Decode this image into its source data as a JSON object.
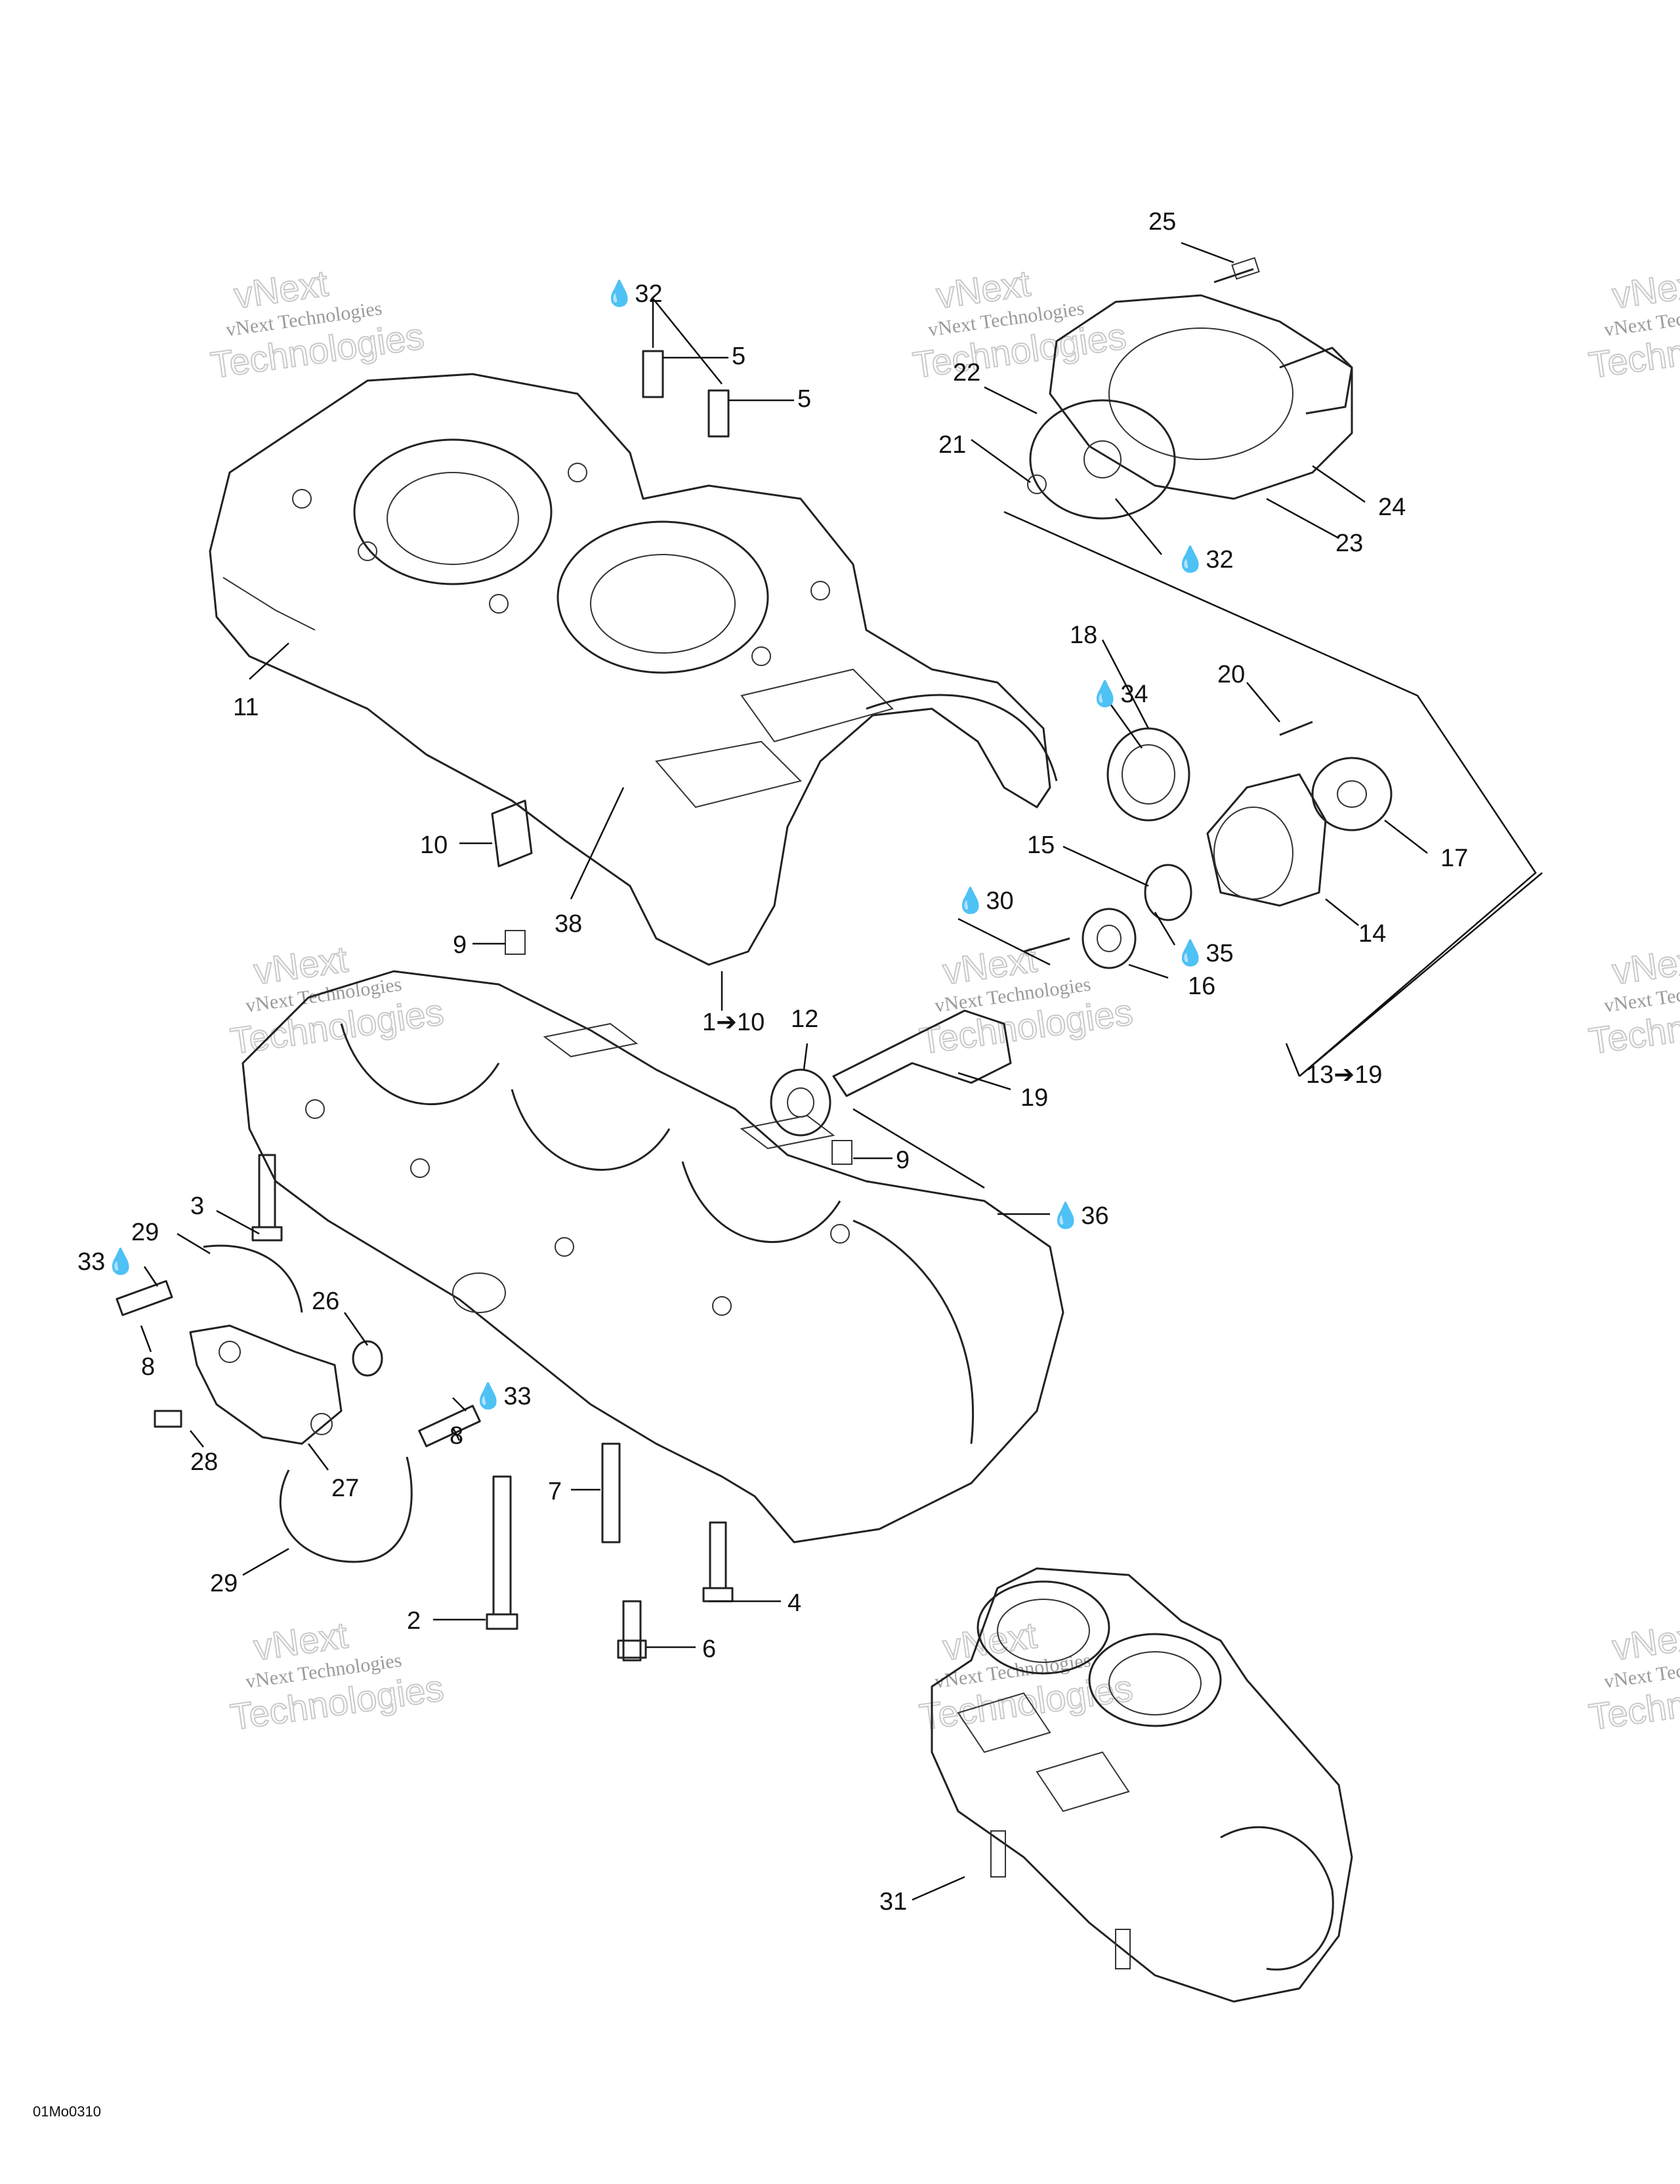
{
  "diagram": {
    "drawing_code": "01Mo0310",
    "watermark": {
      "line1": "vNext Technologies",
      "line2": "vNext",
      "line3": "Technologies"
    },
    "labels": [
      {
        "id": "25",
        "text": "25"
      },
      {
        "id": "32a",
        "text": "32",
        "drop": true
      },
      {
        "id": "5a",
        "text": "5"
      },
      {
        "id": "5b",
        "text": "5"
      },
      {
        "id": "22",
        "text": "22"
      },
      {
        "id": "21",
        "text": "21"
      },
      {
        "id": "24",
        "text": "24"
      },
      {
        "id": "23",
        "text": "23"
      },
      {
        "id": "32b",
        "text": "32",
        "drop": true
      },
      {
        "id": "18",
        "text": "18"
      },
      {
        "id": "34",
        "text": "34",
        "drop": true
      },
      {
        "id": "20",
        "text": "20"
      },
      {
        "id": "11",
        "text": "11"
      },
      {
        "id": "17",
        "text": "17"
      },
      {
        "id": "15",
        "text": "15"
      },
      {
        "id": "10",
        "text": "10"
      },
      {
        "id": "38",
        "text": "38"
      },
      {
        "id": "30",
        "text": "30",
        "drop": true
      },
      {
        "id": "14",
        "text": "14"
      },
      {
        "id": "35",
        "text": "35",
        "drop": true
      },
      {
        "id": "9a",
        "text": "9"
      },
      {
        "id": "16",
        "text": "16"
      },
      {
        "id": "1to10",
        "text": "1➔10"
      },
      {
        "id": "12",
        "text": "12"
      },
      {
        "id": "13to19",
        "text": "13➔19"
      },
      {
        "id": "19",
        "text": "19"
      },
      {
        "id": "9b",
        "text": "9"
      },
      {
        "id": "3",
        "text": "3"
      },
      {
        "id": "36",
        "text": "36",
        "drop": true
      },
      {
        "id": "29a",
        "text": "29"
      },
      {
        "id": "33a",
        "text": "33",
        "drop": true
      },
      {
        "id": "26",
        "text": "26"
      },
      {
        "id": "8a",
        "text": "8"
      },
      {
        "id": "33b",
        "text": "33",
        "drop": true
      },
      {
        "id": "8b",
        "text": "8"
      },
      {
        "id": "28",
        "text": "28"
      },
      {
        "id": "27",
        "text": "27"
      },
      {
        "id": "7",
        "text": "7"
      },
      {
        "id": "29b",
        "text": "29"
      },
      {
        "id": "4",
        "text": "4"
      },
      {
        "id": "2",
        "text": "2"
      },
      {
        "id": "6",
        "text": "6"
      },
      {
        "id": "31",
        "text": "31"
      }
    ]
  }
}
